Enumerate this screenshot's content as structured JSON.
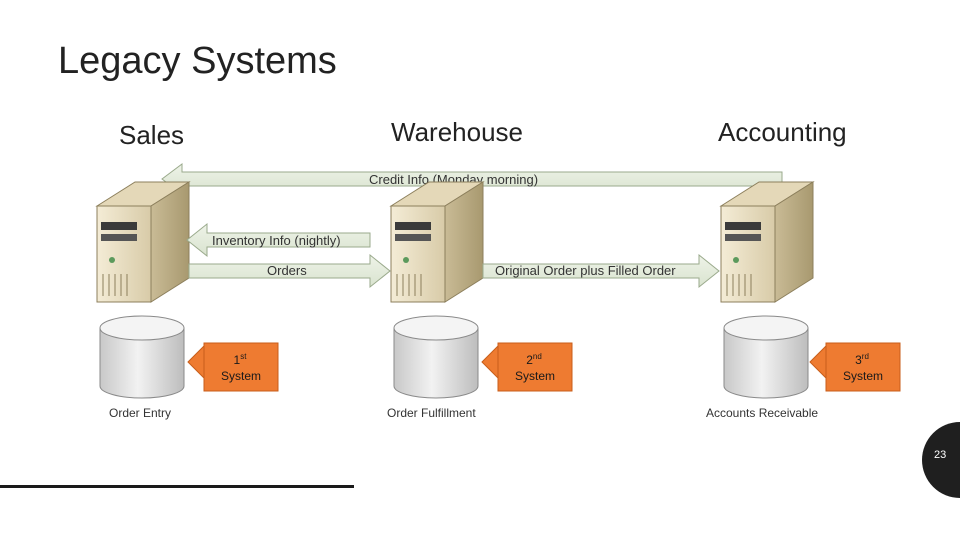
{
  "slide": {
    "title": "Legacy Systems",
    "page_number": "23"
  },
  "diagram": {
    "columns": {
      "sales": "Sales",
      "warehouse": "Warehouse",
      "accounting": "Accounting"
    },
    "arrows": {
      "credit_info": "Credit Info (Monday morning)",
      "inventory_info": "Inventory Info (nightly)",
      "orders": "Orders",
      "original_order": "Original Order plus Filled Order"
    },
    "databases": {
      "order_entry": "Order Entry",
      "order_fulfillment": "Order Fulfillment",
      "accounts_receivable": "Accounts Receivable"
    },
    "system_tags": {
      "first": {
        "num": "1",
        "sup": "st",
        "word": "System"
      },
      "second": {
        "num": "2",
        "sup": "nd",
        "word": "System"
      },
      "third": {
        "num": "3",
        "sup": "rd",
        "word": "System"
      }
    },
    "colors": {
      "arrow_fill": "#e4ecdc",
      "arrow_stroke": "#9aaa8c",
      "server_light": "#eadfc4",
      "server_dark": "#b8a985",
      "db_fill": "#dadada",
      "tag_fill": "#ee7b31"
    }
  }
}
